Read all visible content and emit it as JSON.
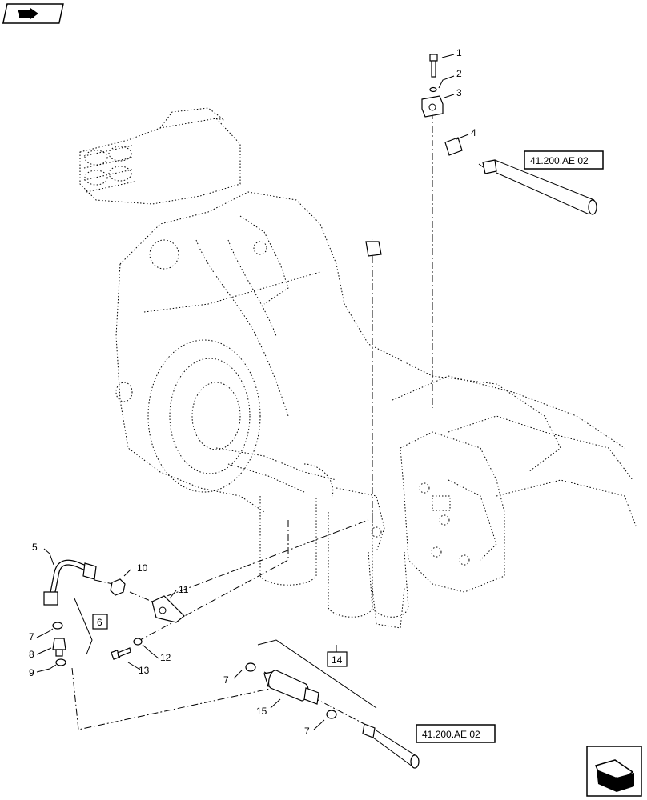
{
  "nav": {
    "back_icon": "book-arrow-back-icon",
    "forward_icon": "forward-arrow-icon"
  },
  "callouts": {
    "c1": "1",
    "c2": "2",
    "c3": "3",
    "c4": "4",
    "c5": "5",
    "c6": "6",
    "c7a": "7",
    "c7b": "7",
    "c7c": "7",
    "c8": "8",
    "c9": "9",
    "c10": "10",
    "c11": "11",
    "c12": "12",
    "c13": "13",
    "c14": "14",
    "c15": "15"
  },
  "refs": {
    "top": "41.200.AE 02",
    "bottom": "41.200.AE 02"
  }
}
